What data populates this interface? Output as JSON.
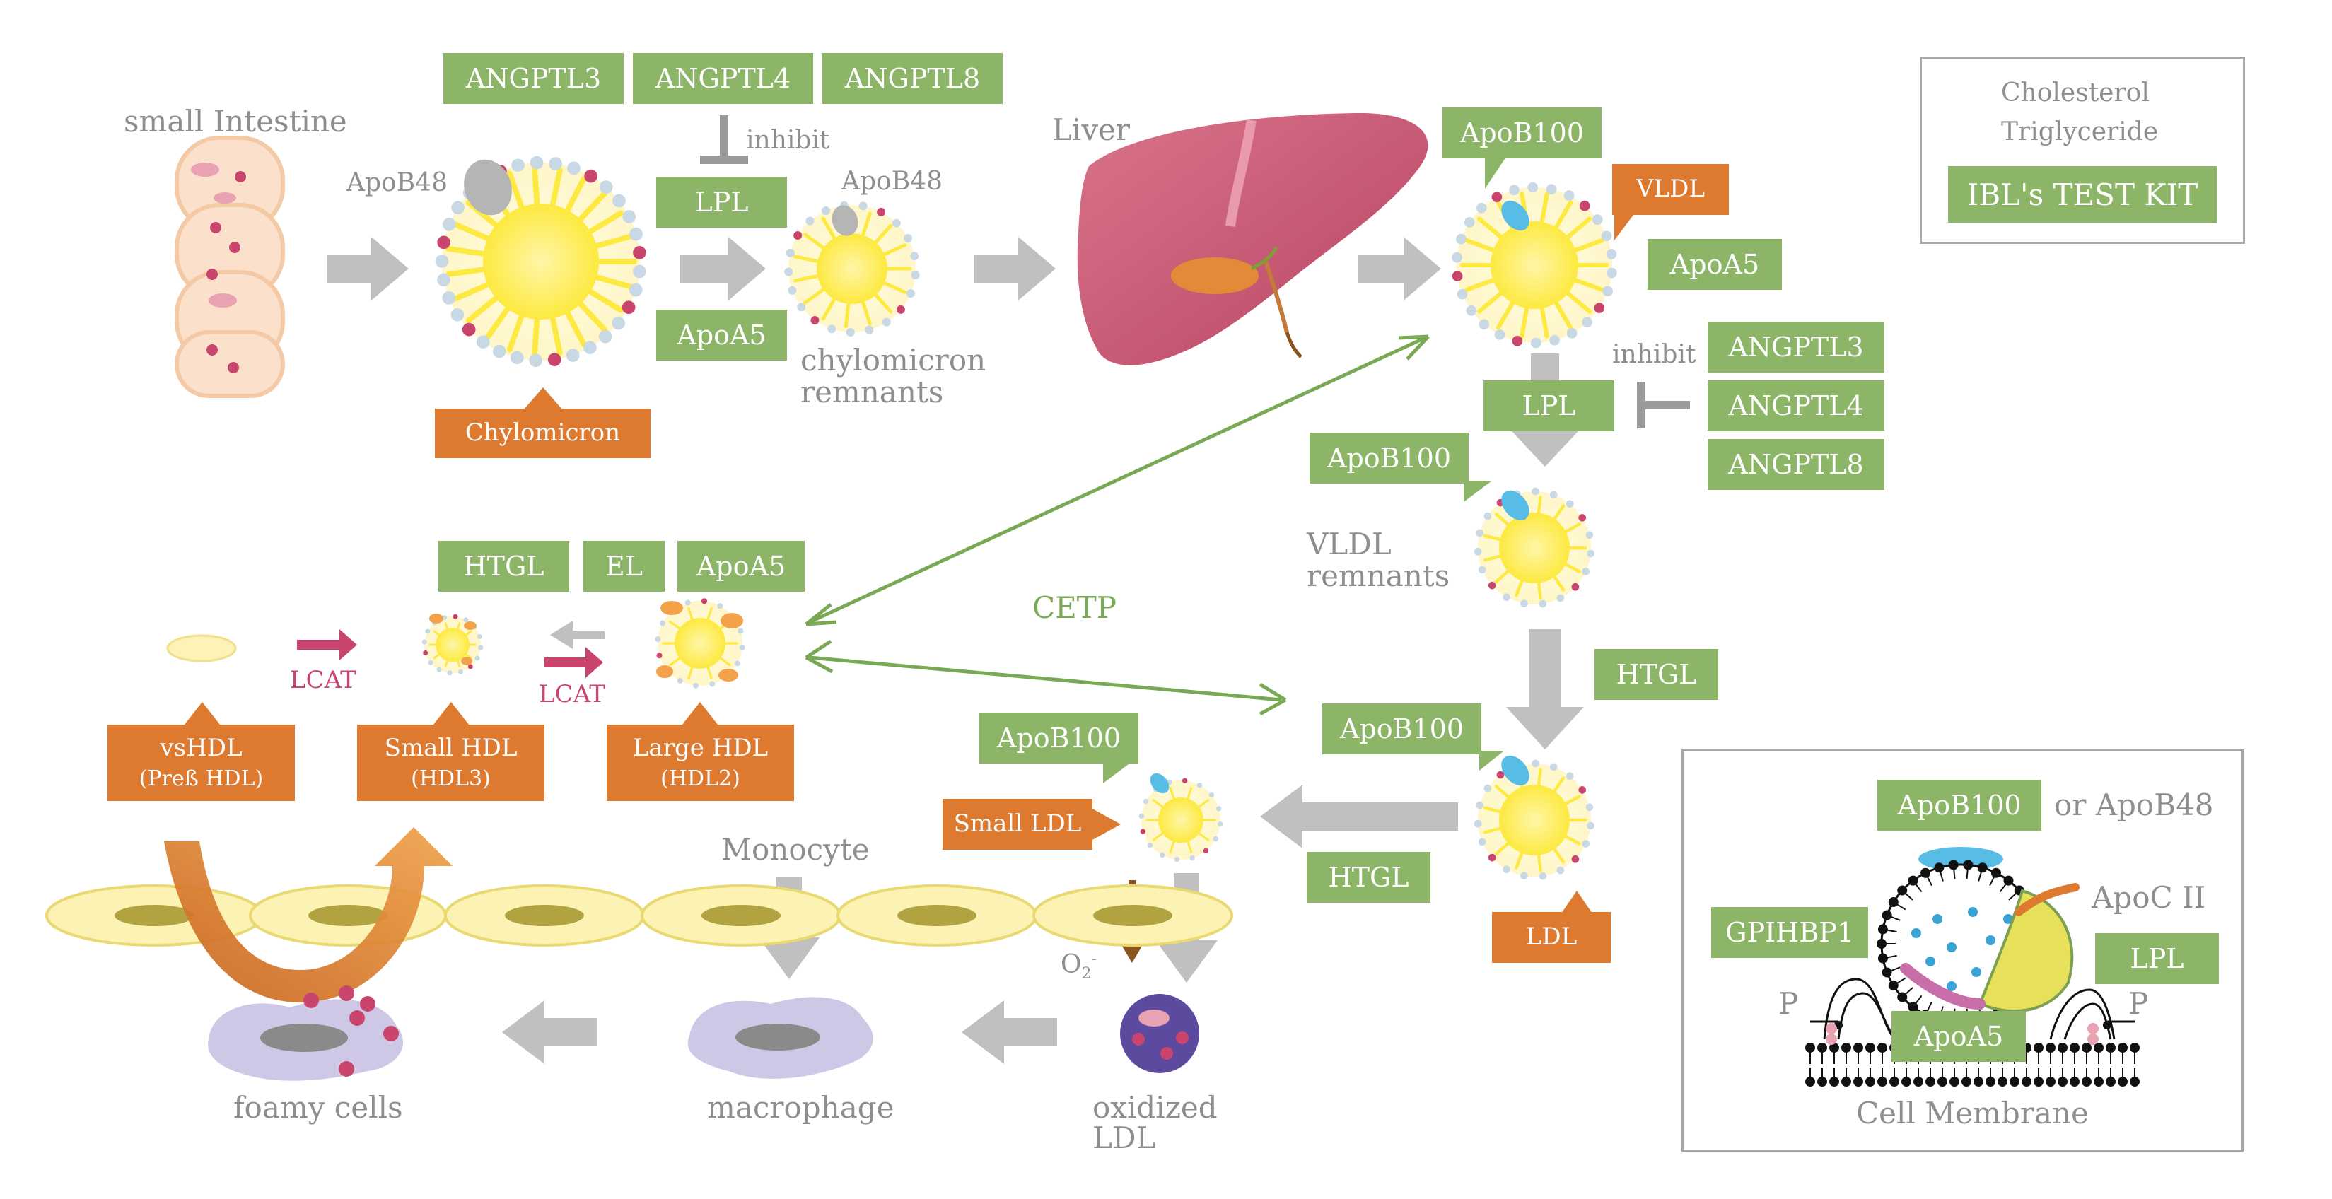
{
  "legend": {
    "cholesterol": "Cholesterol",
    "triglyceride": "Triglyceride",
    "test_kit": "IBL's TEST KIT"
  },
  "intestine": {
    "label": "small Intestine"
  },
  "chylomicron": {
    "apo": "ApoB48",
    "label": "Chylomicron"
  },
  "top_angptl": [
    "ANGPTL3",
    "ANGPTL4",
    "ANGPTL8"
  ],
  "top_inhibit": "inhibit",
  "top_lpl": "LPL",
  "top_apoa5": "ApoA5",
  "remnant": {
    "apo": "ApoB48",
    "label_line1": "chylomicron",
    "label_line2": "remnants"
  },
  "liver": {
    "label": "Liver"
  },
  "vldl": {
    "apo": "ApoB100",
    "label": "VLDL",
    "apoa5": "ApoA5"
  },
  "right_inhibit": "inhibit",
  "right_angptl": [
    "ANGPTL3",
    "ANGPTL4",
    "ANGPTL8"
  ],
  "right_lpl": "LPL",
  "vldl_remnant": {
    "apo": "ApoB100",
    "label_line1": "VLDL",
    "label_line2": "remnants"
  },
  "cetp": "CETP",
  "htgl_right": "HTGL",
  "ldl": {
    "apo": "ApoB100",
    "label": "LDL"
  },
  "htgl_bottom": "HTGL",
  "small_ldl": {
    "apo": "ApoB100",
    "label": "Small LDL"
  },
  "hdl_enzymes": [
    "HTGL",
    "EL",
    "ApoA5"
  ],
  "lcat": [
    "LCAT",
    "LCAT"
  ],
  "vshdl": {
    "line1": "vsHDL",
    "line2": "(Preß HDL)"
  },
  "small_hdl": {
    "line1": "Small HDL",
    "line2": "(HDL3)"
  },
  "large_hdl": {
    "line1": "Large HDL",
    "line2": "(HDL2)"
  },
  "monocyte": "Monocyte",
  "o2": "O",
  "o2_sub": "2",
  "o2_sup": "-",
  "oxidized_ldl": {
    "line1": "oxidized",
    "line2": "LDL"
  },
  "macrophage": "macrophage",
  "foamy_cells": "foamy cells",
  "membrane_panel": {
    "apob100": "ApoB100",
    "or_apob48": "or ApoB48",
    "apoc2": "ApoC II",
    "gpihbp1": "GPIHBP1",
    "lpl": "LPL",
    "apoa5": "ApoA5",
    "p_left": "P",
    "p_right": "P",
    "cell_membrane": "Cell Membrane"
  },
  "colors": {
    "green_box": "#8cb567",
    "orange_box": "#dd7a30",
    "arrow_grey": "#c0c0c0",
    "cetp_green": "#79a954",
    "lcat_pink": "#c9456e",
    "liver": "#c9566e",
    "core_yellow": "#fde93f"
  }
}
